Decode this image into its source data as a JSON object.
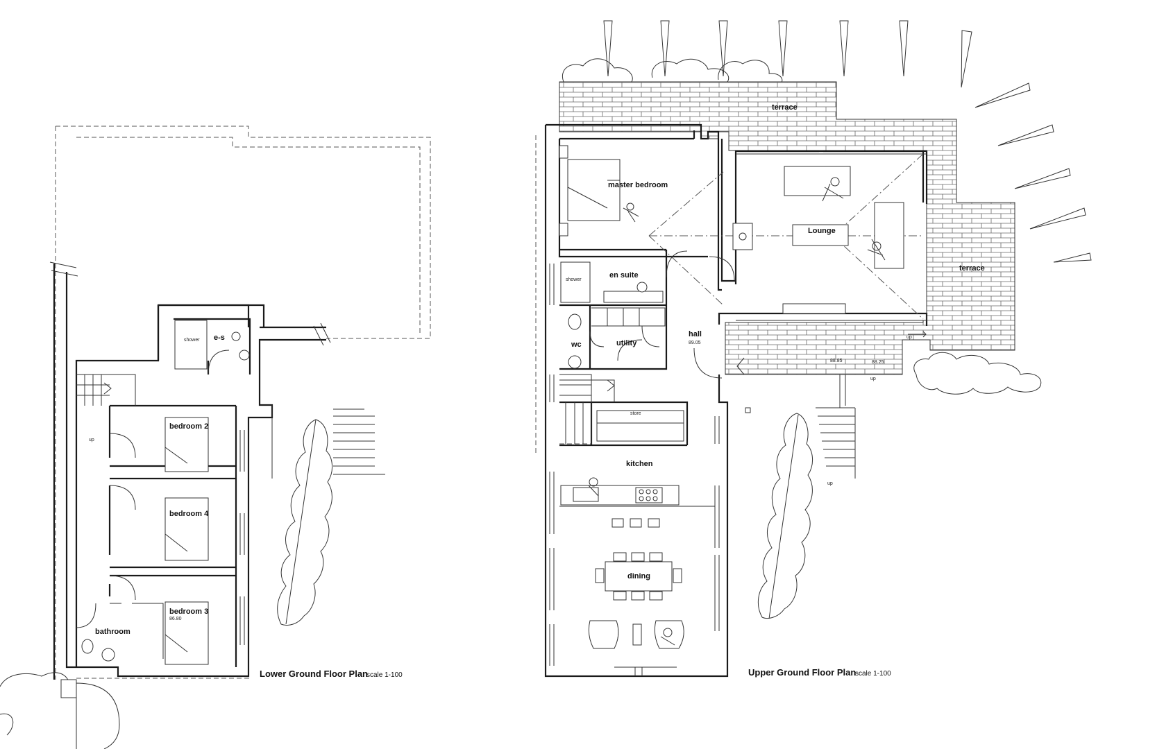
{
  "lower_plan": {
    "title": "Lower Ground Floor Plan",
    "scale": "scale 1-100",
    "rooms": {
      "shower": "shower",
      "es": "e-s",
      "bedroom2": "bedroom 2",
      "bedroom4": "bedroom 4",
      "bedroom3": "bedroom 3",
      "bedroom3_level": "86.80",
      "bathroom": "bathroom",
      "up": "up"
    }
  },
  "upper_plan": {
    "title": "Upper Ground Floor Plan",
    "scale": "scale 1-100",
    "rooms": {
      "terrace_top": "terrace",
      "master_bedroom": "master bedroom",
      "lounge": "Lounge",
      "terrace_right": "terrace",
      "en_suite": "en suite",
      "shower": "shower",
      "wc": "wc",
      "utility": "utility",
      "hall": "hall",
      "hall_level": "89.05",
      "store": "store",
      "kitchen": "kitchen",
      "dining": "dining",
      "level_a": "88.85",
      "level_b": "88.25",
      "up_a": "up",
      "up_b": "up",
      "up_c": "up"
    }
  }
}
